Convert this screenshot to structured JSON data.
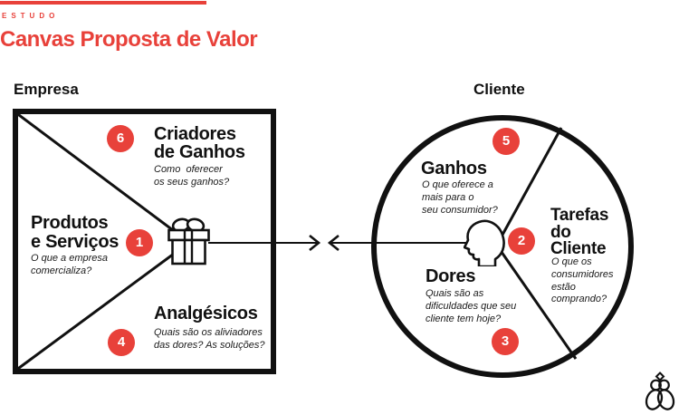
{
  "header": {
    "kicker": "ESTUDO",
    "title": "Canvas Proposta de Valor"
  },
  "empresa": {
    "label": "Empresa",
    "sections": {
      "criadores": {
        "number": "6",
        "heading": "Criadores\nde Ganhos",
        "subtitle": "Como  oferecer\nos seus ganhos?"
      },
      "produtos": {
        "number": "1",
        "heading": "Produtos\ne Serviços",
        "subtitle": "O que a empresa\ncomercializa?"
      },
      "analgesicos": {
        "number": "4",
        "heading": "Analgésicos",
        "subtitle": "Quais são os aliviadores\ndas dores? As soluções?"
      }
    }
  },
  "cliente": {
    "label": "Cliente",
    "sections": {
      "ganhos": {
        "number": "5",
        "heading": "Ganhos",
        "subtitle": "O que oferece a\nmais para o\nseu consumidor?"
      },
      "tarefas": {
        "number": "2",
        "heading": "Tarefas\ndo\nCliente",
        "subtitle": "O que os\nconsumidores\nestão\ncomprando?"
      },
      "dores": {
        "number": "3",
        "heading": "Dores",
        "subtitle": "Quais são as\ndificuldades que seu\ncliente tem hoje?"
      }
    }
  },
  "icons": {
    "gift": "gift-box",
    "head": "human-head-profile",
    "logo": "bee-mark",
    "connector": "two-opposing-arrows"
  },
  "colors": {
    "accent": "#e8413a",
    "ink": "#111111",
    "background": "#ffffff"
  }
}
